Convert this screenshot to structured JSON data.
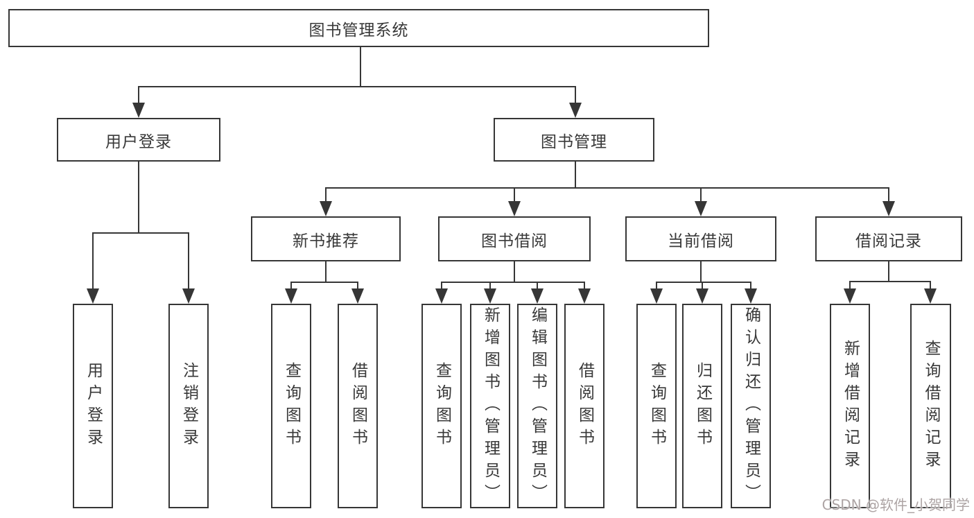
{
  "root": {
    "label": "图书管理系统"
  },
  "user_login": {
    "label": "用户登录",
    "children": {
      "login": "用户登录",
      "logout": "注销登录"
    }
  },
  "book_mgmt": {
    "label": "图书管理",
    "new_books": {
      "label": "新书推荐",
      "children": {
        "query": "查询图书",
        "borrow": "借阅图书"
      }
    },
    "borrowing": {
      "label": "图书借阅",
      "children": {
        "query": "查询图书",
        "add": "新增图书（管理员）",
        "edit": "编辑图书（管理员）",
        "borrow": "借阅图书"
      }
    },
    "current": {
      "label": "当前借阅",
      "children": {
        "query": "查询图书",
        "return": "归还图书",
        "confirm": "确认归还（管理员）"
      }
    },
    "records": {
      "label": "借阅记录",
      "children": {
        "add": "新增借阅记录",
        "query": "查询借阅记录"
      }
    }
  },
  "watermark": {
    "text": "CSDN @软件_小贺同学",
    "color": "#ada4a4"
  },
  "colors": {
    "line": "#363636",
    "text": "#383838",
    "background": "#ffffff"
  }
}
